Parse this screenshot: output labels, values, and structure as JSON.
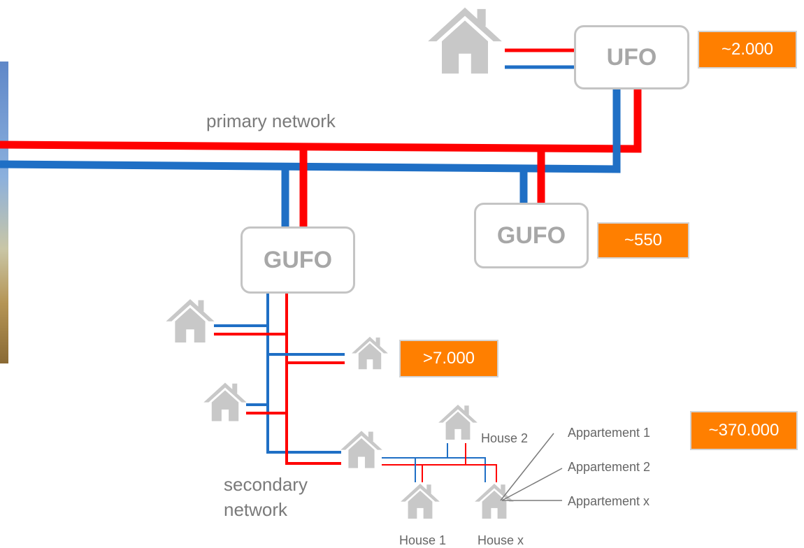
{
  "nodes": {
    "ufo": "UFO",
    "gufo_right": "GUFO",
    "gufo_left": "GUFO"
  },
  "badges": {
    "ufo_count": "~2.000",
    "gufo_count": "~550",
    "house_count": ">7.000",
    "appartement_count": "~370.000"
  },
  "labels": {
    "primary_network": "primary network",
    "secondary_network_line1": "secondary",
    "secondary_network_line2": "network",
    "house_1": "House 1",
    "house_2": "House 2",
    "house_x": "House x",
    "appartement_1": "Appartement 1",
    "appartement_2": "Appartement 2",
    "appartement_x": "Appartement x"
  },
  "colors": {
    "supply": "#ff0000",
    "return": "#1f6fc5",
    "badge": "#ff7f00",
    "node_border": "#c4c4c4",
    "house": "#c8c8c8"
  }
}
